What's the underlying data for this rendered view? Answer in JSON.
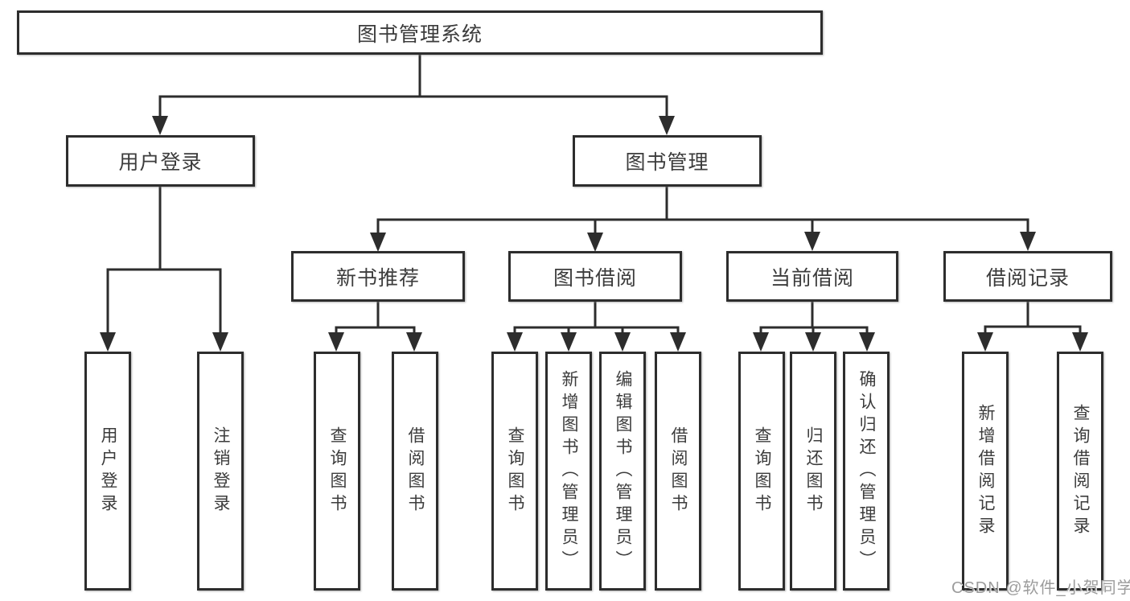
{
  "diagram": {
    "root": {
      "label": "图书管理系统"
    },
    "branches": [
      {
        "label": "用户登录",
        "children": [
          {
            "label": "用户登录"
          },
          {
            "label": "注销登录"
          }
        ]
      },
      {
        "label": "图书管理",
        "children": [
          {
            "label": "新书推荐",
            "children": [
              {
                "label": "查询图书"
              },
              {
                "label": "借阅图书"
              }
            ]
          },
          {
            "label": "图书借阅",
            "children": [
              {
                "label": "查询图书"
              },
              {
                "label": "新增图书（管理员）"
              },
              {
                "label": "编辑图书（管理员）"
              },
              {
                "label": "借阅图书"
              }
            ]
          },
          {
            "label": "当前借阅",
            "children": [
              {
                "label": "查询图书"
              },
              {
                "label": "归还图书"
              },
              {
                "label": "确认归还（管理员）"
              }
            ]
          },
          {
            "label": "借阅记录",
            "children": [
              {
                "label": "新增借阅记录"
              },
              {
                "label": "查询借阅记录"
              }
            ]
          }
        ]
      }
    ]
  },
  "watermark": {
    "text": "CSDN @软件_小贺同学"
  },
  "colors": {
    "line": "#2d2d2d",
    "box_border": "#2d2d2d",
    "text": "#3c3c3c",
    "watermark": "#9c9c9c",
    "background": "#ffffff"
  }
}
